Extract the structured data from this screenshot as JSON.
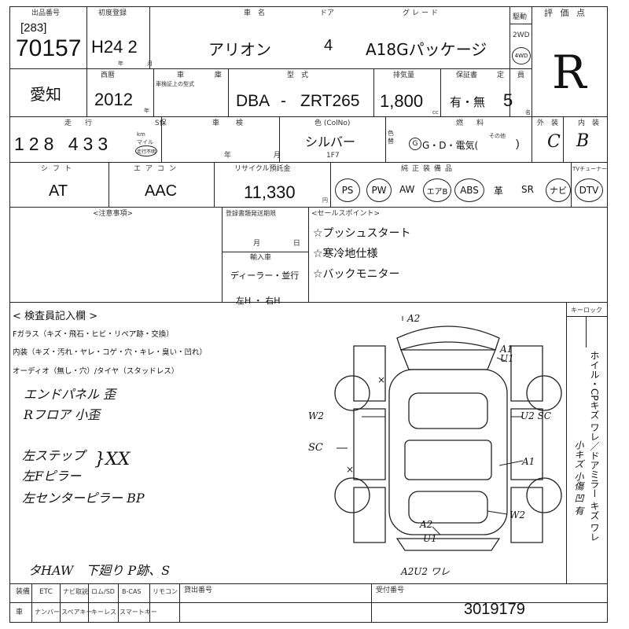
{
  "header": {
    "lot_label": "出品番号",
    "lot_bracket": "[283]",
    "lot_number": "70157",
    "first_reg_label": "初度登録",
    "first_reg": "H24 2",
    "year_month_unit": "年 月",
    "car_name_label": "車　名",
    "car_name": "アリオン",
    "doors_label": "ドア",
    "doors": "4",
    "grade_label": "グレード",
    "grade": "A18Gパッケージ",
    "drive_label": "駆動",
    "drive_2wd": "2WD",
    "drive_4wd": "4WD",
    "score_label": "評 価 点",
    "score": "R"
  },
  "row2": {
    "region": "愛知",
    "model_year_label": "西暦",
    "model_year": "2012",
    "year_unit": "年",
    "registration_label": "車 　 庫",
    "registration_note": "車検証上の型式",
    "model_code_label": "型　式",
    "model_prefix": "DBA",
    "model_dash": "-",
    "model_code": "ZRT265",
    "displacement_label": "排気量",
    "displacement": "1,800",
    "cc": "cc",
    "warranty_label": "保証書",
    "warranty": "有・無",
    "capacity_label": "定　員",
    "capacity": "5",
    "capacity_unit": "名"
  },
  "row3": {
    "mileage_label": "走　行",
    "mileage": "128 433",
    "mileage_unit": "km",
    "mileage_options": "マイル",
    "mileage_circled": "走行不明",
    "sticker_label": "S保",
    "inspection_label": "車　検",
    "inspection_unit": "年　 月",
    "color_label": "色 (ColNo)",
    "color": "シルバー",
    "color_code": "1F7",
    "color_change": "色替",
    "fuel_label": "燃　料",
    "fuel": "G・D・電気(",
    "fuel_other": "その他",
    "fuel_close": ")",
    "exterior_label": "外　装",
    "exterior": "C",
    "interior_label": "内　装",
    "interior": "B"
  },
  "row4": {
    "shift_label": "シフト",
    "shift": "AT",
    "aircon_label": "エアコン",
    "aircon": "AAC",
    "recycle_label": "リサイクル預託金",
    "recycle": "11,330",
    "yen": "円",
    "equipment_label": "純正装備品",
    "equipment_circled": [
      "PS",
      "PW",
      "エアB",
      "ABS",
      "ナビ",
      "DTV"
    ],
    "equipment_plain": [
      "AW",
      "革",
      "SR"
    ],
    "tv_label": "TVチューナー"
  },
  "row5": {
    "caution_label": "<注意事項>",
    "deadline_label": "登録書類発送期限",
    "deadline_month_day": "月　 日",
    "import_label": "輸入車",
    "import_type": "ディーラー・並行",
    "handle": "左H ・ 右H",
    "sales_label": "<セールスポイント>",
    "sales_points": [
      "☆プッシュスタート",
      "☆寒冷地仕様",
      "☆バックモニター"
    ]
  },
  "inspector": {
    "title": "< 検査員記入欄 >",
    "glass": "Fガラス（キズ・飛石・ヒビ・リペア跡・交換）",
    "interior": "内装（キズ・汚れ・ヤレ・コゲ・穴・キレ・臭い・凹れ）",
    "audio": "オーディオ（無し・穴）/タイヤ（スタッドレス）",
    "notes": [
      "エンドパネル 歪",
      "Rフロア 小歪",
      "左ステップ",
      "左Fピラー",
      "左センターピラー BP"
    ],
    "xx": "}XX",
    "bottom_note": "タHAW　下廻り P跡、S",
    "keylock": "キーロック",
    "side_note": "ホイル・CPキズ ワレ／ドアミラー キズ ワレ",
    "side_note2": "小キズ 小傷 凹 有"
  },
  "car_marks": {
    "top": "A2",
    "right_front": "A1 U1",
    "left_w2": "W2",
    "right_w2sc": "U2 SC",
    "left_sc": "SC",
    "right_a1": "A1",
    "right_w2": "W2",
    "rear_a2": "A2",
    "rear_u1": "U1",
    "bottom": "A2U2 ワレ",
    "x_marks": "×"
  },
  "footer": {
    "labels_row1": [
      "装備",
      "ETC",
      "ナビ取説",
      "ロム/SD",
      "B-CAS",
      "リモコン"
    ],
    "labels_row2": [
      "車",
      "ナンバー",
      "スペアキー",
      "キーレス",
      "スマートキー"
    ],
    "rental_label": "貸出番号",
    "receipt_label": "受付番号",
    "receipt_number": "3019179"
  },
  "icons": [
    "car-diagram-icon"
  ]
}
